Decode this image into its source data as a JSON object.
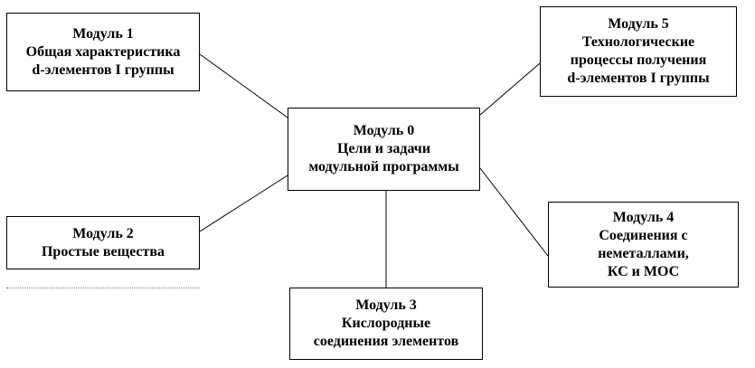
{
  "modules": [
    {
      "id": "m1",
      "lines": [
        "Модуль 1",
        "Общая характеристика",
        "d-элементов I группы"
      ]
    },
    {
      "id": "m0",
      "lines": [
        "Модуль 0",
        "Цели и задачи",
        "модульной программы"
      ]
    },
    {
      "id": "m5",
      "lines": [
        "Модуль 5",
        "Технологические",
        "процессы получения",
        "d-элементов I группы"
      ]
    },
    {
      "id": "m2",
      "lines": [
        "Модуль 2",
        "Простые вещества"
      ]
    },
    {
      "id": "m4",
      "lines": [
        "Модуль 4",
        "Соединения с",
        "неметаллами,",
        "КС и МОС"
      ]
    },
    {
      "id": "m3",
      "lines": [
        "Модуль 3",
        "Кислородные",
        "соединения элементов"
      ]
    }
  ],
  "connections": [
    {
      "from": "Модуль 0",
      "to": "Модуль 1"
    },
    {
      "from": "Модуль 0",
      "to": "Модуль 2"
    },
    {
      "from": "Модуль 0",
      "to": "Модуль 3"
    },
    {
      "from": "Модуль 0",
      "to": "Модуль 4"
    },
    {
      "from": "Модуль 0",
      "to": "Модуль 5"
    }
  ]
}
